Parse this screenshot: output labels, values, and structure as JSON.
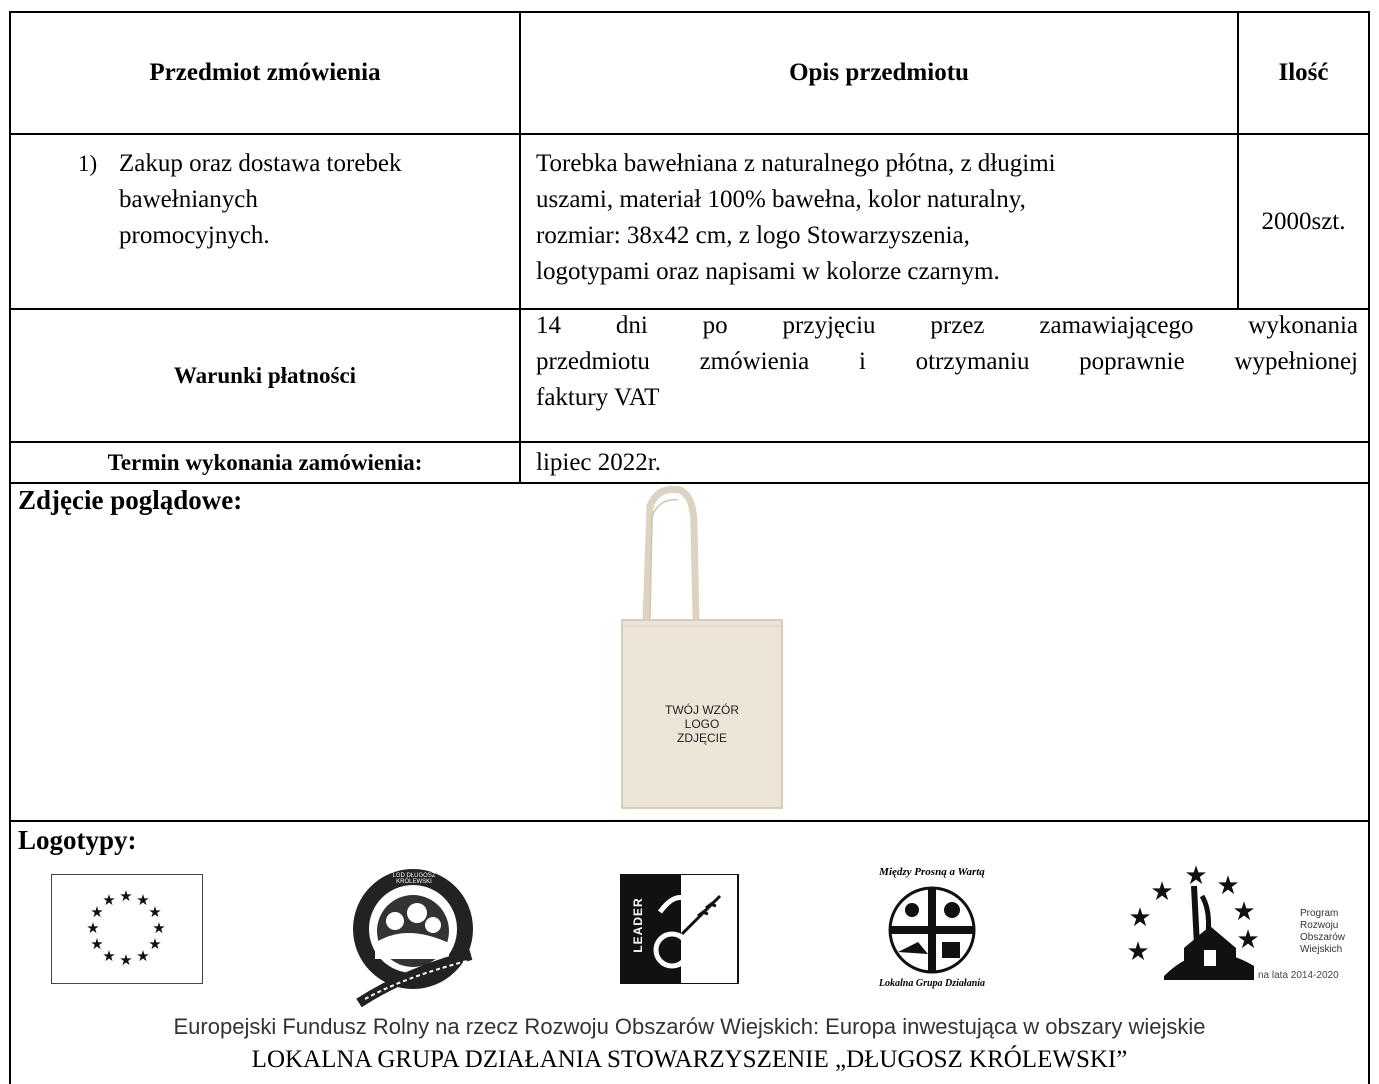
{
  "table": {
    "headers": {
      "item": "Przedmiot zmówienia",
      "description": "Opis przedmiotu",
      "quantity": "Ilość"
    },
    "row": {
      "number": "1)",
      "item_lines": [
        "Zakup oraz dostawa torebek",
        "bawełnianych",
        "promocyjnych."
      ],
      "description_lines": [
        "Torebka bawełniana z naturalnego płótna, z długimi",
        "uszami, materiał 100% bawełna, kolor naturalny,",
        "rozmiar: 38x42 cm, z logo Stowarzyszenia,",
        "logotypami oraz napisami w kolorze czarnym."
      ],
      "quantity": "2000szt."
    },
    "payment": {
      "label": "Warunki płatności",
      "lines": [
        "14 dni po przyjęciu przez zamawiającego wykonania",
        "przedmiotu zmówienia i otrzymaniu poprawnie wypełnionej",
        "faktury VAT"
      ]
    },
    "deadline": {
      "label": "Termin wykonania zamówienia:",
      "value": "lipiec 2022r."
    }
  },
  "photo": {
    "label": "Zdjęcie poglądowe:",
    "bag_text": [
      "TWÓJ WZÓR",
      "LOGO",
      "ZDJĘCIE"
    ]
  },
  "logos": {
    "label": "Logotypy:",
    "lgd_ring_text": "LGD DŁUGOSZ KRÓLEWSKI",
    "leader_text": "LEADER",
    "mpw_top": "Między Prosną a Wartą",
    "mpw_bottom": "Lokalna Grupa Działania",
    "prow": {
      "lines": [
        "Program",
        "Rozwoju",
        "Obszarów",
        "Wiejskich"
      ],
      "years": "na lata 2014-2020"
    }
  },
  "footer": {
    "line1": "Europejski Fundusz Rolny na rzecz Rozwoju Obszarów Wiejskich: Europa inwestująca w obszary wiejskie",
    "line2": "LOKALNA GRUPA DZIAŁANIA STOWARZYSZENIE „DŁUGOSZ KRÓLEWSKI”"
  },
  "colors": {
    "text": "#000000",
    "bag": "#ece4d6",
    "footer_sans": "#333333"
  }
}
